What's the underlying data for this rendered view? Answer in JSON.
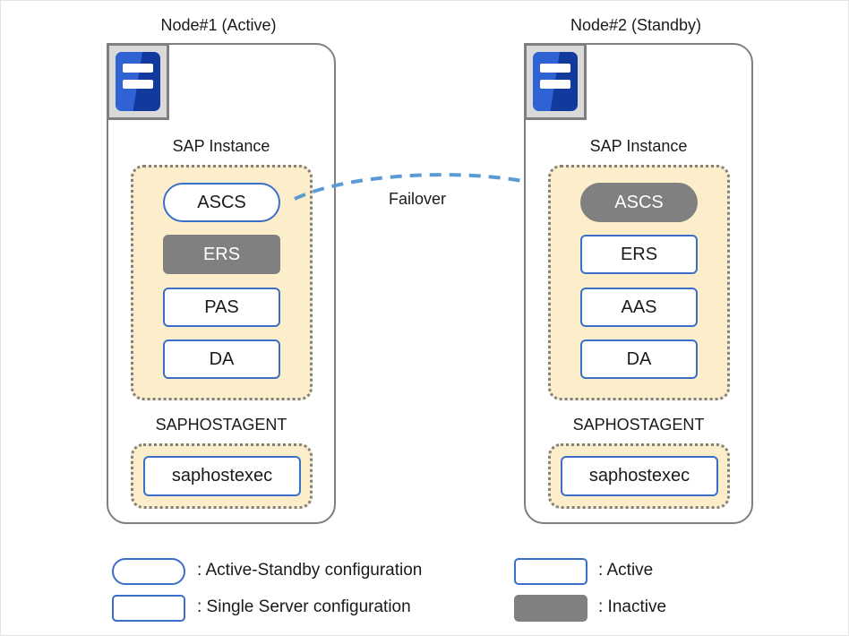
{
  "diagram": {
    "failover": {
      "label": "Failover",
      "arrow_color": "#5b9bd5",
      "style": "dashed-curved-arrow"
    },
    "nodes": [
      {
        "id": "node1",
        "title": "Node#1 (Active)",
        "icon": "server-icon",
        "sap_instance": {
          "label": "SAP Instance",
          "components": [
            {
              "label": "ASCS",
              "shape": "pill",
              "state": "active"
            },
            {
              "label": "ERS",
              "shape": "rectangle",
              "state": "inactive"
            },
            {
              "label": "PAS",
              "shape": "rectangle",
              "state": "active"
            },
            {
              "label": "DA",
              "shape": "rectangle",
              "state": "active"
            }
          ]
        },
        "saphostagent": {
          "label": "SAPHOSTAGENT",
          "components": [
            {
              "label": "saphostexec",
              "shape": "rectangle",
              "state": "active"
            }
          ]
        }
      },
      {
        "id": "node2",
        "title": "Node#2 (Standby)",
        "icon": "server-icon",
        "sap_instance": {
          "label": "SAP Instance",
          "components": [
            {
              "label": "ASCS",
              "shape": "pill",
              "state": "inactive"
            },
            {
              "label": "ERS",
              "shape": "rectangle",
              "state": "active"
            },
            {
              "label": "AAS",
              "shape": "rectangle",
              "state": "active"
            },
            {
              "label": "DA",
              "shape": "rectangle",
              "state": "active"
            }
          ]
        },
        "saphostagent": {
          "label": "SAPHOSTAGENT",
          "components": [
            {
              "label": "saphostexec",
              "shape": "rectangle",
              "state": "active"
            }
          ]
        }
      }
    ]
  },
  "legend": {
    "left": [
      {
        "swatch": "pill-blue-outline",
        "text": ": Active-Standby configuration"
      },
      {
        "swatch": "rect-blue-outline",
        "text": ": Single Server configuration"
      }
    ],
    "right": [
      {
        "swatch": "rect-blue-outline",
        "text": ": Active"
      },
      {
        "swatch": "rect-gray-filled",
        "text": ": Inactive"
      }
    ]
  },
  "colors": {
    "accent_blue": "#3b6ec8",
    "arrow_blue": "#5b9bd5",
    "inactive_gray": "#808080",
    "group_beige": "#fdeecb",
    "node_border_gray": "#7f7f7f"
  }
}
